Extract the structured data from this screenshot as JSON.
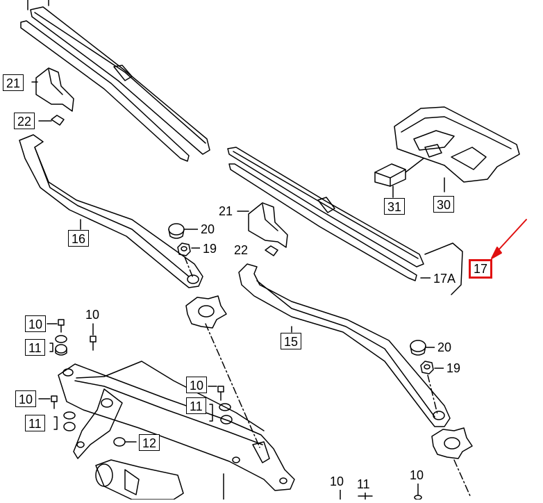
{
  "diagram": {
    "callouts": [
      {
        "id": "c21a",
        "text": "21"
      },
      {
        "id": "c22a",
        "text": "22"
      },
      {
        "id": "c16",
        "text": "16"
      },
      {
        "id": "c20a",
        "text": "20"
      },
      {
        "id": "c19a",
        "text": "19"
      },
      {
        "id": "c21b",
        "text": "21"
      },
      {
        "id": "c22b",
        "text": "22"
      },
      {
        "id": "c31",
        "text": "31"
      },
      {
        "id": "c30",
        "text": "30"
      },
      {
        "id": "c17",
        "text": "17"
      },
      {
        "id": "c17a",
        "text": "17A"
      },
      {
        "id": "c15",
        "text": "15"
      },
      {
        "id": "c20b",
        "text": "20"
      },
      {
        "id": "c19b",
        "text": "19"
      },
      {
        "id": "c10a",
        "text": "10"
      },
      {
        "id": "c10b",
        "text": "10"
      },
      {
        "id": "c11a",
        "text": "11"
      },
      {
        "id": "c10c",
        "text": "10"
      },
      {
        "id": "c11b",
        "text": "11"
      },
      {
        "id": "c10d",
        "text": "10"
      },
      {
        "id": "c11c",
        "text": "11"
      },
      {
        "id": "c12",
        "text": "12"
      },
      {
        "id": "c10e",
        "text": "10"
      },
      {
        "id": "c11d",
        "text": "11"
      },
      {
        "id": "c10f",
        "text": "10"
      }
    ],
    "highlight_color": "#e01010",
    "line_color": "#000000"
  }
}
